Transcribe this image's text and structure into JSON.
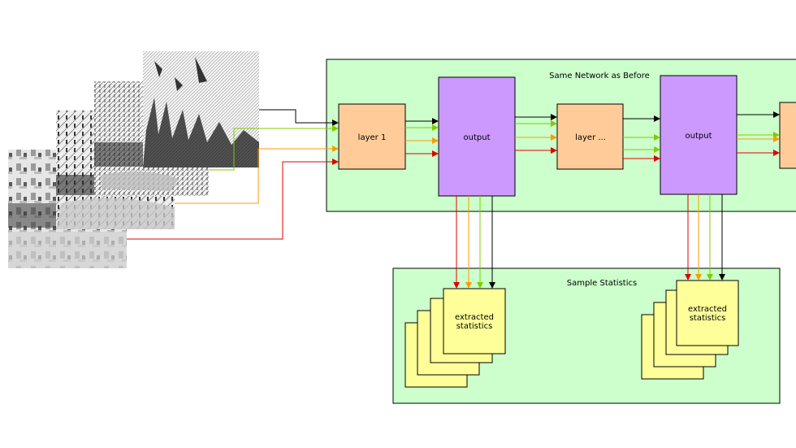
{
  "diagram": {
    "network_group_title": "Same Network as Before",
    "statistics_group_title": "Sample Statistics",
    "layer1_label": "layer 1",
    "output1_label": "output",
    "layer_n_label": "layer ...",
    "output2_label": "output",
    "stats1_label_line1": "extracted",
    "stats1_label_line2": "statistics",
    "stats2_label_line1": "extracted",
    "stats2_label_line2": "statistics"
  },
  "colors": {
    "group_fill": "#ccffcc",
    "layer_fill": "#ffcc99",
    "output_fill": "#cc99ff",
    "stats_fill": "#ffff99",
    "arrow_black": "#000000",
    "arrow_green": "#80cc00",
    "arrow_orange": "#ff9900",
    "arrow_red": "#e00000"
  },
  "icons": [
    "image-pyramid-level-icons"
  ]
}
